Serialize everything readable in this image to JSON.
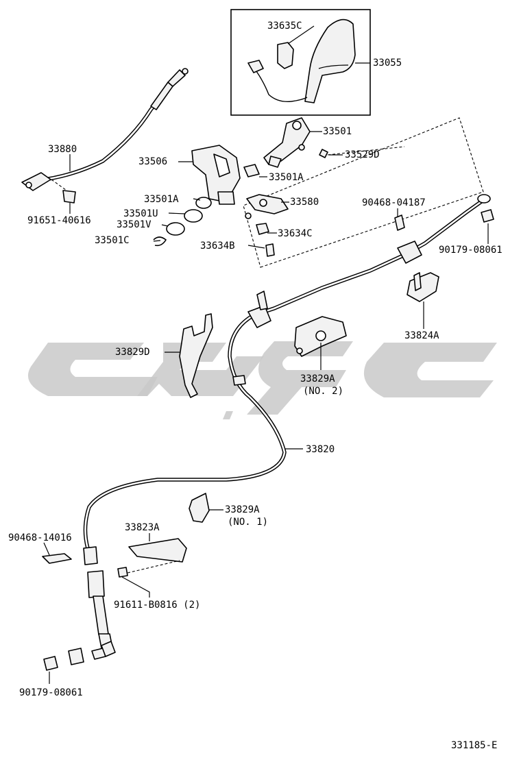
{
  "diagram": {
    "drawing_number": "331185-E",
    "labels": {
      "p33635C": "33635C",
      "p33055": "33055",
      "p33501": "33501",
      "p33529D": "33529D",
      "p33880": "33880",
      "p33506": "33506",
      "p33501A_right": "33501A",
      "p33501A_left": "33501A",
      "p33580": "33580",
      "p33501U": "33501U",
      "p33501V": "33501V",
      "p33634C": "33634C",
      "p33501C": "33501C",
      "p33634B": "33634B",
      "p91651_40616": "91651-40616",
      "p90468_04187": "90468-04187",
      "p90179_08061_top": "90179-08061",
      "p33824A": "33824A",
      "p33829D": "33829D",
      "p33829A_no2": "33829A",
      "p33829A_no2_note": "(NO. 2)",
      "p33820": "33820",
      "p33829A_no1": "33829A",
      "p33829A_no1_note": "(NO. 1)",
      "p90468_14016": "90468-14016",
      "p33823A": "33823A",
      "p91611_B0816": "91611-B0816 (2)",
      "p90179_08061_bottom": "90179-08061"
    }
  }
}
